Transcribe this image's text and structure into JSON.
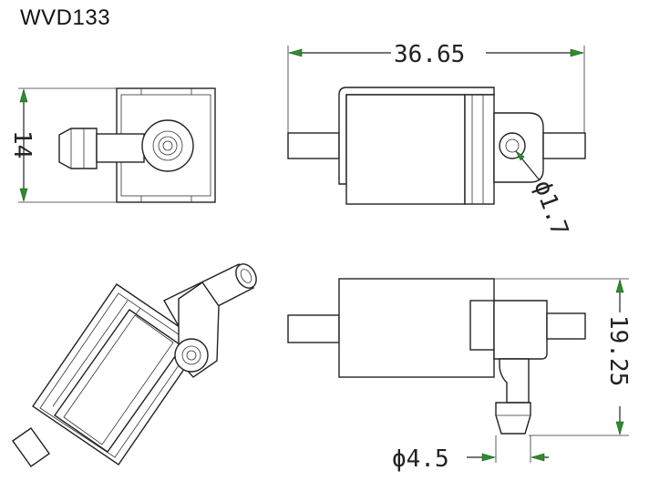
{
  "title": "WVD133",
  "dimensions": {
    "length": "36.65",
    "height": "14",
    "depth": "19.25",
    "port_diameter": "ϕ1.7",
    "nozzle_diameter": "ϕ4.5"
  },
  "colors": {
    "arrow": "#2e8b2e",
    "line": "#222222"
  }
}
